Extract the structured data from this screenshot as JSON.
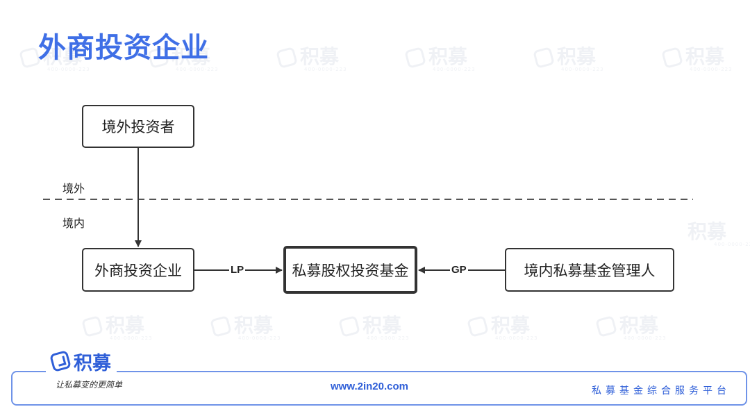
{
  "title": "外商投资企业",
  "watermark": {
    "text": "积募",
    "phone": "400-0000-223"
  },
  "diagram": {
    "boundary_labels": {
      "outside": "境外",
      "inside": "境内"
    },
    "nodes": {
      "foreign_investor": "境外投资者",
      "fie": "外商投资企业",
      "pe_fund": "私募股权投资基金",
      "domestic_manager": "境内私募基金管理人"
    },
    "edges": {
      "lp": "LP",
      "gp": "GP"
    }
  },
  "footer": {
    "logo_text": "积募",
    "slogan": "让私募变的更简单",
    "url": "www.2in20.com",
    "tagline": "私募基金综合服务平台",
    "accent_color": "#2f5fd8"
  }
}
